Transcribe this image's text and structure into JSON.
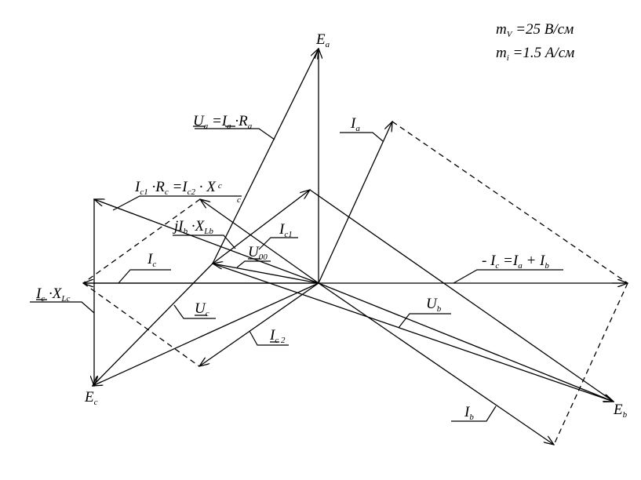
{
  "scale": {
    "mv": {
      "sym": "m",
      "sub": "V",
      "rest": " =25  В/см"
    },
    "mi": {
      "sym": "m",
      "sub": "i",
      "rest": " =1.5  А/см"
    }
  },
  "labels": {
    "Ea": {
      "main": "E",
      "sub": "a"
    },
    "Eb": {
      "main": "E",
      "sub": "b"
    },
    "Ec": {
      "main": "E",
      "sub": "c"
    },
    "Ia": {
      "main": "I",
      "sub": "a"
    },
    "Ib": {
      "main": "I",
      "sub": "b"
    },
    "Ic": {
      "main": "I",
      "sub": "c"
    },
    "Ic1": {
      "main": "I",
      "sub": "c1"
    },
    "Ic2": {
      "main": "I",
      "sub": "c 2"
    },
    "Ua": {
      "p1": "U",
      "s1": "a",
      "p2": " =I",
      "s2": "a",
      "p3": " ·R",
      "s3": "a"
    },
    "Ub": {
      "main": "U",
      "sub": "b"
    },
    "Uc": {
      "main": "U",
      "sub": "c"
    },
    "U00": {
      "main": "U",
      "sub": "00"
    },
    "IcXc": {
      "main": "I",
      "sub": "c",
      "p2": " ·X",
      "s2": "Lc"
    },
    "jIbX": {
      "main": "jI",
      "sub": "b",
      "p2": " ·X",
      "s2": "Lb"
    },
    "IcRc": {
      "p1": "I",
      "s1": "c1",
      "p2": " ·R",
      "s2": "c",
      "p3": " =I",
      "s3": "c2",
      "p4": "  ·  X",
      "s4": "c",
      "s5": "c"
    },
    "minusIc": {
      "p1": "- I",
      "s1": "c",
      "p2": " =I",
      "s2": "a",
      "p3": " + I",
      "s3": "b"
    }
  }
}
